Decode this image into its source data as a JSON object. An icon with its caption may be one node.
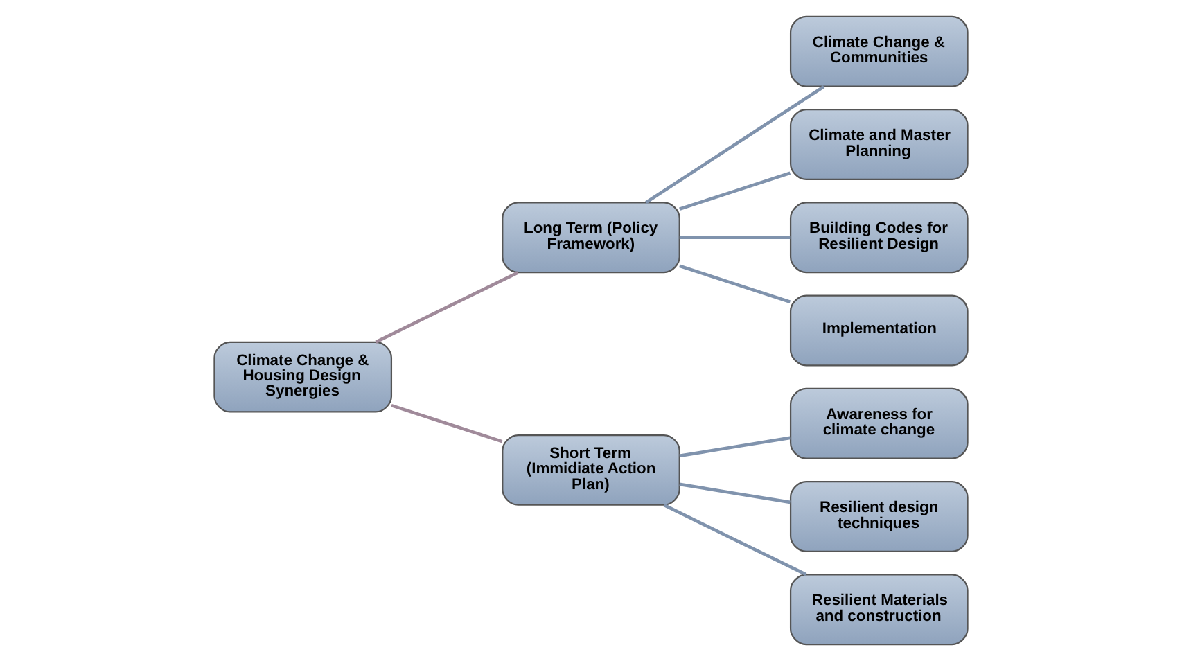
{
  "diagram": {
    "nodes": [
      {
        "text": [
          "Climate Change & Housing Design Synergies"
        ]
      },
      {
        "text": [
          "Long Term (Policy Framework)"
        ]
      },
      {
        "text": [
          "Climate Change & Communities"
        ]
      },
      {
        "text": [
          "Climate and Master Planning"
        ]
      },
      {
        "text": [
          "Building Codes for Resilient Design"
        ]
      },
      {
        "text": [
          "Implementation"
        ]
      },
      {
        "text": [
          "Short Term (Immidiate Action Plan)"
        ]
      },
      {
        "text": [
          "Awareness for climate change"
        ]
      },
      {
        "text": [
          "Resilient design techniques"
        ]
      },
      {
        "text": [
          "Resilient Materials and construction"
        ]
      }
    ],
    "edges": [
      {
        "from": 0,
        "to": 1,
        "arrow": "none",
        "color": "#a08a9a"
      },
      {
        "from": 0,
        "to": 6,
        "arrow": "none",
        "color": "#a08a9a"
      },
      {
        "from": 1,
        "to": 2,
        "arrow": "none"
      },
      {
        "from": 1,
        "to": 3,
        "arrow": "none"
      },
      {
        "from": 1,
        "to": 4,
        "arrow": "none"
      },
      {
        "from": 1,
        "to": 5,
        "arrow": "none"
      },
      {
        "from": 6,
        "to": 7,
        "arrow": "none"
      },
      {
        "from": 6,
        "to": 8,
        "arrow": "none"
      },
      {
        "from": 6,
        "to": 9,
        "arrow": "none"
      }
    ]
  }
}
